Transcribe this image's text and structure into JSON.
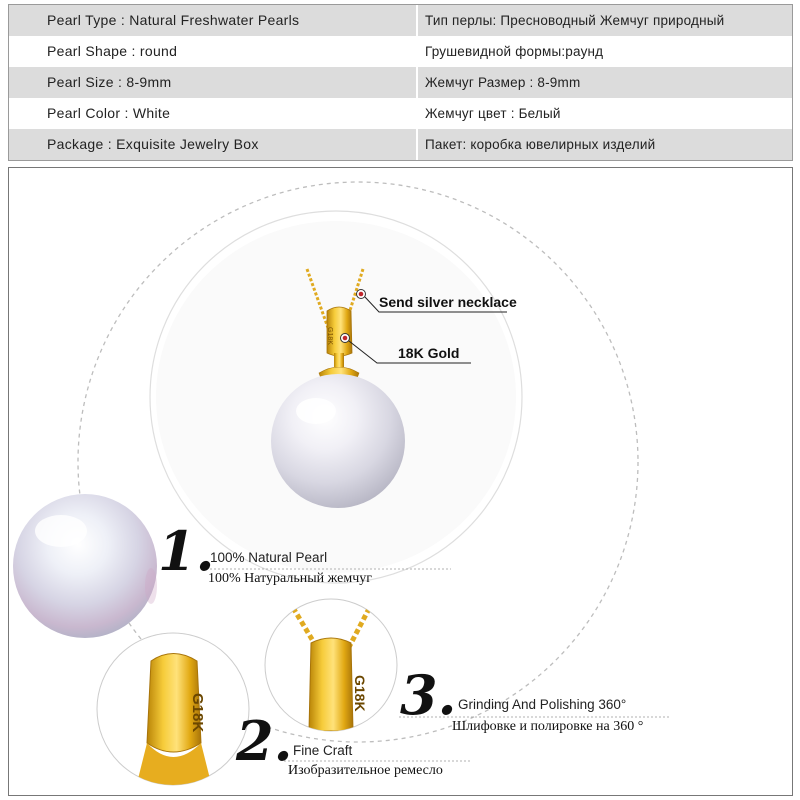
{
  "specs": {
    "rows": [
      {
        "en": "Pearl Type : Natural Freshwater Pearls",
        "ru": "Тип перлы: Пресноводный Жемчуг природный"
      },
      {
        "en": "Pearl Shape : round",
        "ru": "Грушевидной формы:раунд"
      },
      {
        "en": "Pearl Size : 8-9mm",
        "ru": "Жемчуг Размер : 8-9mm"
      },
      {
        "en": "Pearl Color : White",
        "ru": "Жемчуг цвет : Белый"
      },
      {
        "en": "Package : Exquisite Jewelry Box",
        "ru": "Пакет: коробка ювелирных изделий"
      }
    ]
  },
  "product": {
    "callout_chain": "Send silver necklace",
    "callout_bail": "18K Gold",
    "bail_engraving": "G18K"
  },
  "features": [
    {
      "number": "1.",
      "en": "100% Natural Pearl",
      "ru": "100% Натуральный жемчуг"
    },
    {
      "number": "2.",
      "en": "Fine Craft",
      "ru": "Изобразительное ремесло"
    },
    {
      "number": "3.",
      "en": "Grinding And Polishing 360°",
      "ru": "Шлифовке и полировке на 360 °"
    }
  ],
  "colors": {
    "gold": "#e8b21a",
    "pearl": "#eeeef4",
    "row_shade": "#dcdcdc",
    "marker": "#c0262c"
  }
}
